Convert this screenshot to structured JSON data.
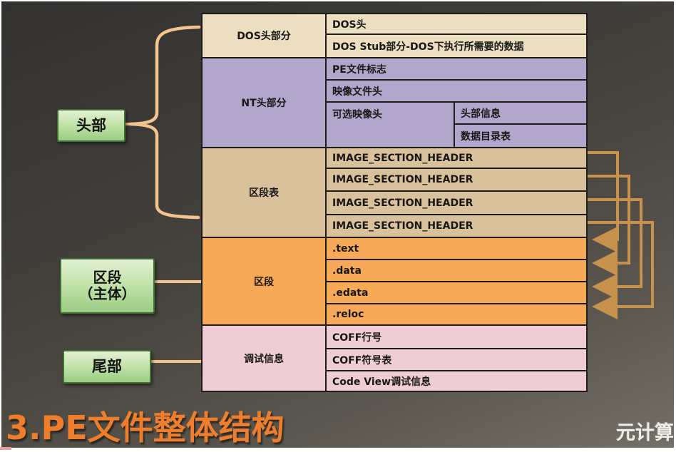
{
  "slide": {
    "title": "3.PE文件整体结构",
    "watermark": "元计算"
  },
  "labels": {
    "header": "头部",
    "body_line1": "区段",
    "body_line2": "（主体）",
    "tail": "尾部"
  },
  "table": {
    "col1": [
      {
        "label": "DOS头部分"
      },
      {
        "label": "NT头部分"
      },
      {
        "label": "区段表"
      },
      {
        "label": "区段"
      },
      {
        "label": "调试信息"
      }
    ],
    "dos_rows": [
      {
        "label": "DOS头"
      },
      {
        "label": "DOS Stub部分-DOS下执行所需要的数据"
      }
    ],
    "nt_rows": [
      {
        "label": "PE文件标志"
      },
      {
        "label": "映像文件头"
      }
    ],
    "optional_header": {
      "label": "可选映像头"
    },
    "optional_sub_rows": [
      {
        "label": "头部信息"
      },
      {
        "label": "数据目录表"
      }
    ],
    "section_table_rows": [
      {
        "label": "IMAGE_SECTION_HEADER"
      },
      {
        "label": "IMAGE_SECTION_HEADER"
      },
      {
        "label": "IMAGE_SECTION_HEADER"
      },
      {
        "label": "IMAGE_SECTION_HEADER"
      }
    ],
    "section_rows": [
      {
        "label": ".text"
      },
      {
        "label": ".data"
      },
      {
        "label": ".edata"
      },
      {
        "label": ".reloc"
      }
    ],
    "debug_rows": [
      {
        "label": "COFF行号"
      },
      {
        "label": "COFF符号表"
      },
      {
        "label": "Code View调试信息"
      }
    ]
  },
  "colors": {
    "row_beige": "#ebdec1",
    "row_purple": "#b3a6cc",
    "row_tan": "#d9c19b",
    "row_orange": "#f8a958",
    "row_pink": "#eecdd6",
    "table_border": "#1f1d1a",
    "label_green_light": "#e2f1d2",
    "label_green_dark": "#9bcc83",
    "label_green_border": "#3f7233",
    "connector_peach": "#f3c48f",
    "arrow_gold": "#c7934c",
    "title_orange": "#ee7d2c",
    "background_dark": "#3d3b37"
  }
}
